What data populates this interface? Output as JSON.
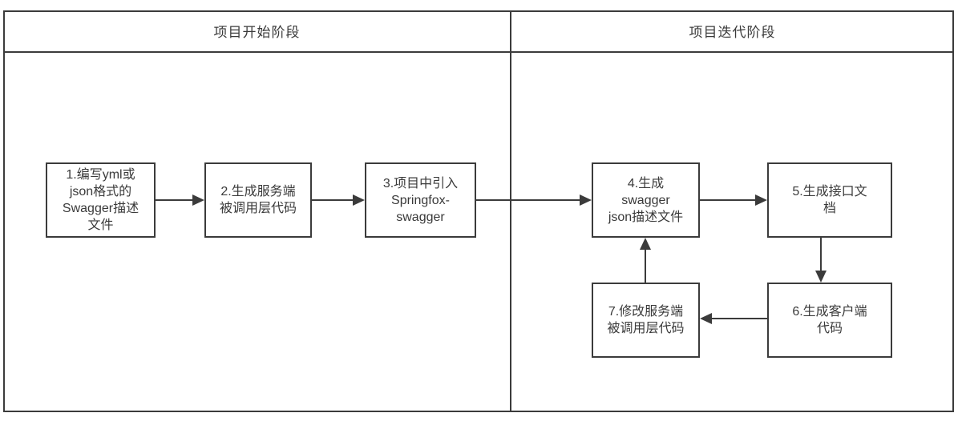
{
  "diagram": {
    "phases": [
      {
        "id": "start",
        "label": "项目开始阶段"
      },
      {
        "id": "iteration",
        "label": "项目迭代阶段"
      }
    ],
    "nodes": [
      {
        "id": "1",
        "phase": "start",
        "label": "1.编写yml或\njson格式的\nSwagger描述\n文件"
      },
      {
        "id": "2",
        "phase": "start",
        "label": "2.生成服务端\n被调用层代码"
      },
      {
        "id": "3",
        "phase": "start",
        "label": "3.项目中引入\nSpringfox-\nswagger"
      },
      {
        "id": "4",
        "phase": "iteration",
        "label": "4.生成\nswagger\njson描述文件"
      },
      {
        "id": "5",
        "phase": "iteration",
        "label": "5.生成接口文\n档"
      },
      {
        "id": "6",
        "phase": "iteration",
        "label": "6.生成客户端\n代码"
      },
      {
        "id": "7",
        "phase": "iteration",
        "label": "7.修改服务端\n被调用层代码"
      }
    ],
    "connections": [
      {
        "from": "1",
        "to": "2",
        "direction": "right"
      },
      {
        "from": "2",
        "to": "3",
        "direction": "right"
      },
      {
        "from": "3",
        "to": "4",
        "direction": "right"
      },
      {
        "from": "4",
        "to": "5",
        "direction": "right"
      },
      {
        "from": "5",
        "to": "6",
        "direction": "down"
      },
      {
        "from": "6",
        "to": "7",
        "direction": "left"
      },
      {
        "from": "7",
        "to": "4",
        "direction": "up"
      }
    ],
    "colors": {
      "line": "#3b3b3b",
      "text": "#3a3a3a",
      "background": "#ffffff"
    }
  }
}
